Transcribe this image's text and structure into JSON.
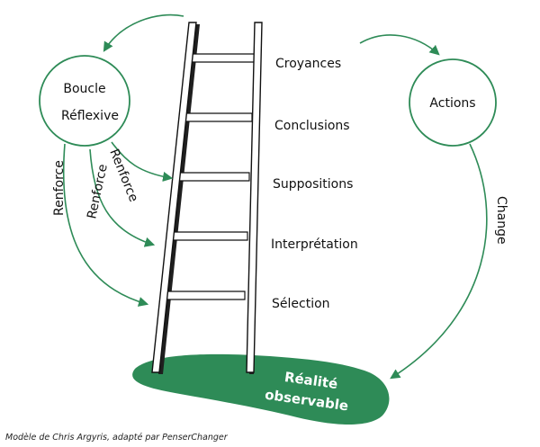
{
  "colors": {
    "accent": "#2e8b57",
    "ink": "#111111",
    "background": "#ffffff"
  },
  "circles": {
    "loop": {
      "line1": "Boucle",
      "line2": "Réflexive"
    },
    "actions": {
      "label": "Actions"
    }
  },
  "ladder_rungs": [
    "Croyances",
    "Conclusions",
    "Suppositions",
    "Interprétation",
    "Sélection"
  ],
  "reinforce_labels": [
    "Renforce",
    "Renforce",
    "Renforce"
  ],
  "change_label": "Change",
  "base": {
    "line1": "Réalité",
    "line2": "observable"
  },
  "credit": "Modèle de Chris Argyris, adapté par PenserChanger"
}
